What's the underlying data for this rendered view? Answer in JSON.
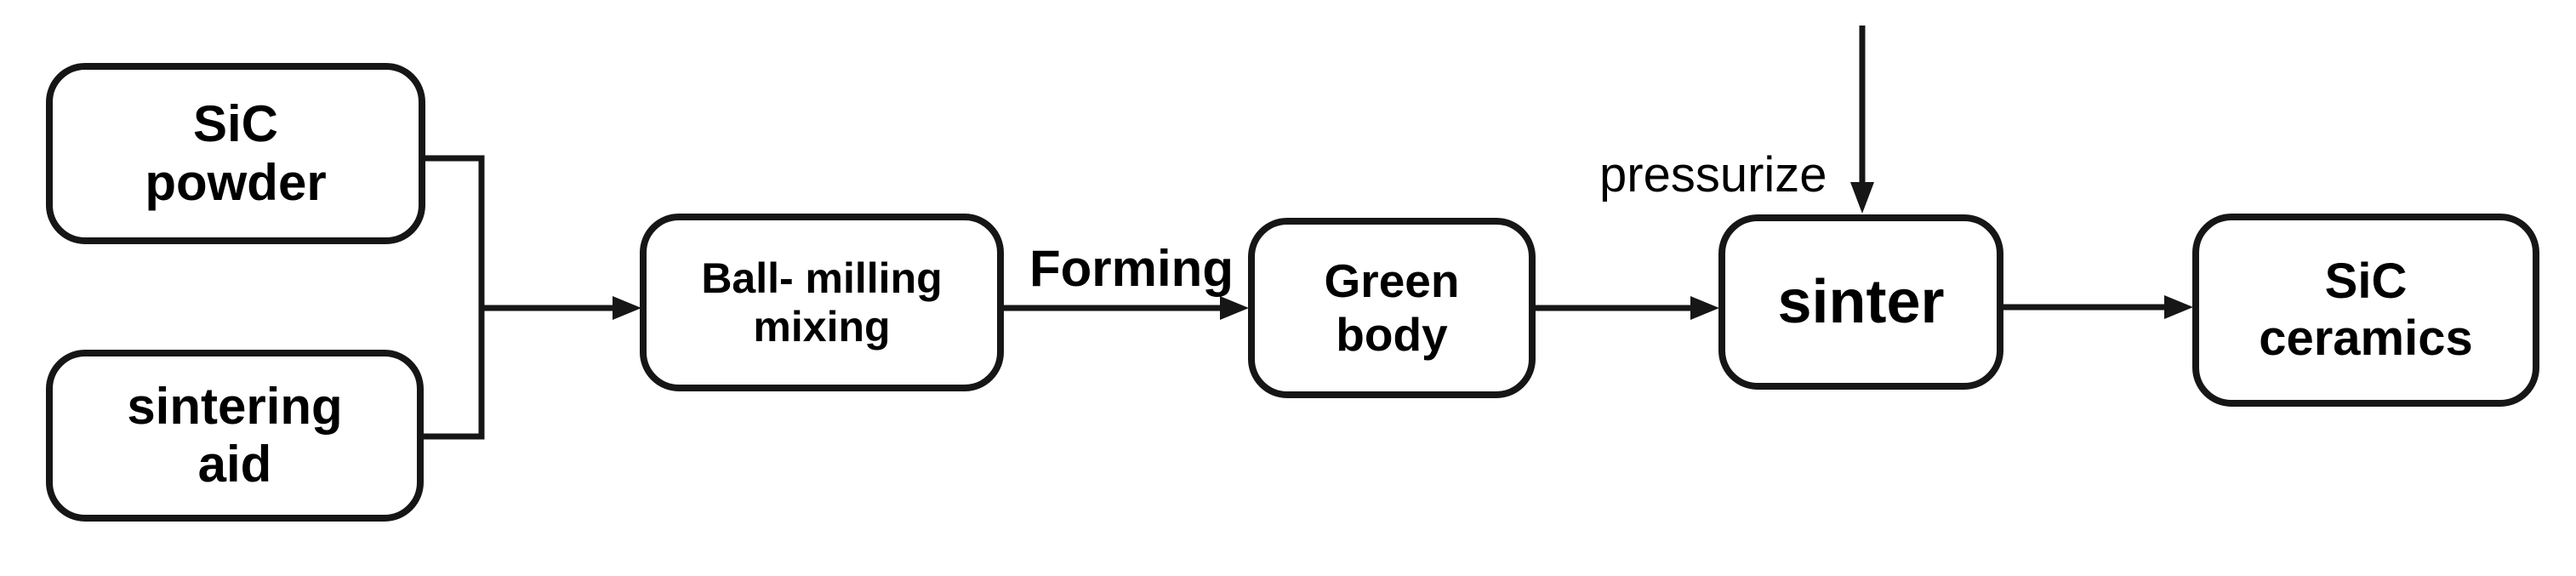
{
  "figure": {
    "background_color": "#ffffff",
    "line_color": "#161616",
    "text_color": "#000000"
  },
  "nodes": [
    {
      "id": "sic-powder",
      "lines": [
        "SiC",
        "powder"
      ]
    },
    {
      "id": "sintering-aid",
      "lines": [
        "sintering",
        "aid"
      ]
    },
    {
      "id": "ball-milling",
      "lines": [
        "Ball- milling",
        "mixing"
      ]
    },
    {
      "id": "green-body",
      "lines": [
        "Green",
        "body"
      ]
    },
    {
      "id": "sinter",
      "lines": [
        "sinter"
      ]
    },
    {
      "id": "sic-ceramics",
      "lines": [
        "SiC",
        "ceramics"
      ]
    }
  ],
  "edge_labels": {
    "forming": "Forming",
    "pressurize": "pressurize"
  }
}
